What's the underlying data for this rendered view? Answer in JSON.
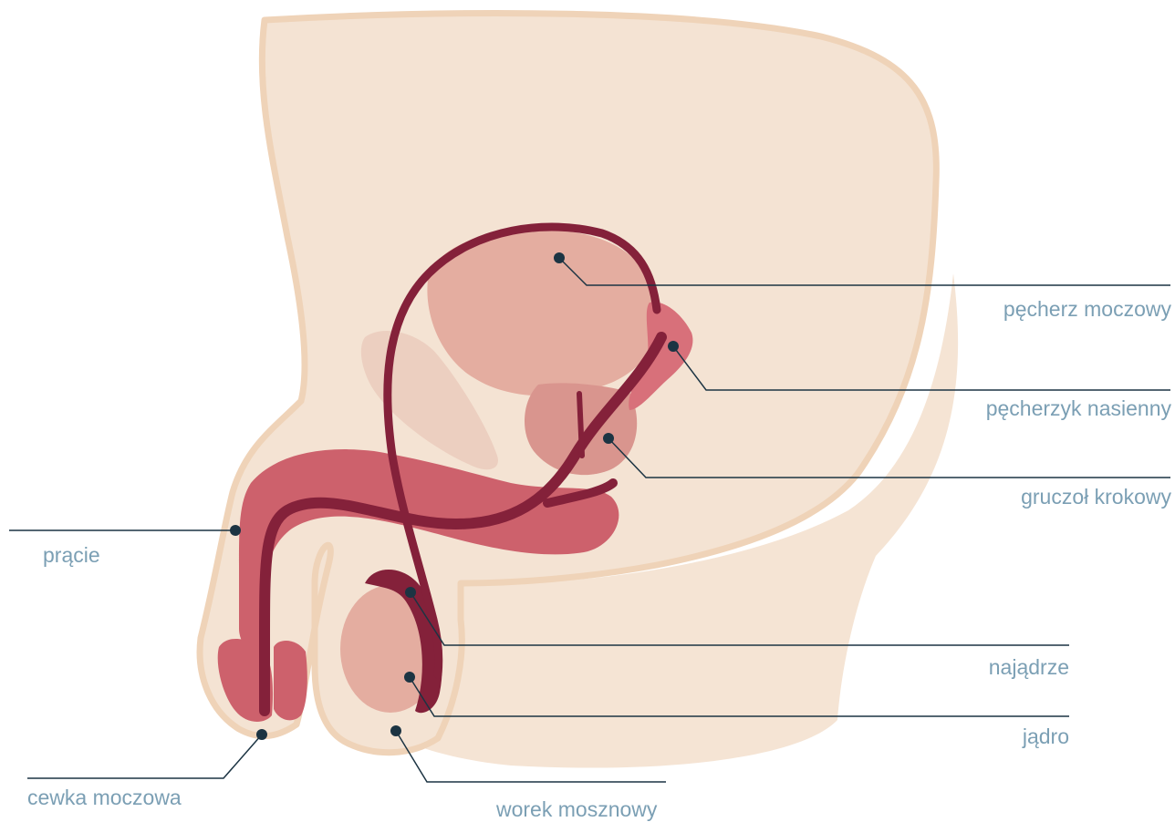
{
  "colors": {
    "body_fill": "#f4e3d3",
    "body_outline": "#efd3b8",
    "tissue_light": "#eccfc0",
    "bladder": "#e4ada0",
    "prostate": "#d9958e",
    "vesicle": "#d8707a",
    "penis": "#cd616c",
    "duct": "#84213a",
    "testis": "#e4ada0",
    "leader_line": "#1c3443",
    "label_text": "#7b9fb4"
  },
  "labels": {
    "bladder": "pęcherz moczowy",
    "seminal_vesicle": "pęcherzyk nasienny",
    "prostate": "gruczoł krokowy",
    "penis": "prącie",
    "epididymis": "najądrze",
    "testis": "jądro",
    "urethra": "cewka moczowa",
    "scrotum": "worek mosznowy"
  }
}
